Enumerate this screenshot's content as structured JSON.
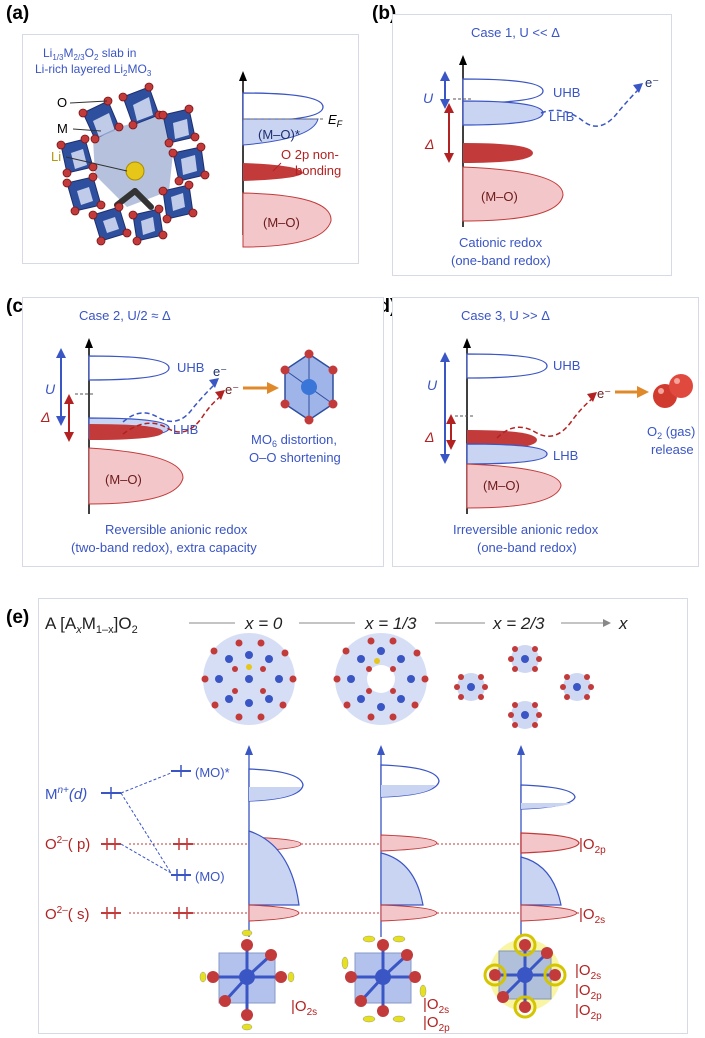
{
  "panels": {
    "a": {
      "label": "(a)",
      "slab_title_1": "Li",
      "slab_title_sub1": "1/3",
      "slab_title_2": "M",
      "slab_title_sub2": "2/3",
      "slab_title_3": "O",
      "slab_title_sub3": "2",
      "slab_title_4": " slab in",
      "slab_title_line2": "Li-rich layered Li",
      "slab_title_sub4": "2",
      "slab_title_5": "MO",
      "slab_title_sub5": "3",
      "atom_o": "O",
      "atom_m": "M",
      "atom_li": "Li",
      "band_mo_star": "(M–O)*",
      "fermi_label": "E",
      "fermi_sub": "F",
      "o2p_line1": "O 2p non-",
      "o2p_line2": "bonding",
      "band_mo": "(M–O)"
    },
    "b": {
      "label": "(b)",
      "title": "Case 1, U << Δ",
      "uhb": "UHB",
      "lhb": "LHB",
      "u": "U",
      "delta": "Δ",
      "electron": "e⁻",
      "mo": "(M–O)",
      "caption_1": "Cationic redox",
      "caption_2": "(one-band redox)"
    },
    "c": {
      "label": "(c)",
      "title": "Case 2, U/2 ≈ Δ",
      "uhb": "UHB",
      "lhb": "LHB",
      "u": "U",
      "delta": "Δ",
      "electron": "e⁻",
      "mo": "(M–O)",
      "distortion_1": "MO",
      "distortion_sub": "6",
      "distortion_2": " distortion,",
      "distortion_3": "O–O shortening",
      "caption_1": "Reversible anionic redox",
      "caption_2": "(two-band redox), extra capacity"
    },
    "d": {
      "label": "(d)",
      "title": "Case 3, U >> Δ",
      "uhb": "UHB",
      "lhb": "LHB",
      "u": "U",
      "delta": "Δ",
      "electron": "e⁻",
      "mo": "(M–O)",
      "o2_1": "O",
      "o2_sub": "2",
      "o2_2": " (gas)",
      "o2_3": "release",
      "caption_1": "Irreversible anionic redox",
      "caption_2": "(one-band redox)"
    },
    "e": {
      "label": "(e)",
      "formula": "A [A",
      "formula_x": "x",
      "formula_m": "M",
      "formula_sub": "1–x",
      "formula_end": "]O",
      "formula_sub2": "2",
      "x0": "x = 0",
      "x13": "x = 1/3",
      "x23": "x = 2/3",
      "x_axis": "x",
      "mn_d": "M",
      "mn_sup": "n+",
      "mn_rest": "(d)",
      "o_p": "O",
      "o_p_sup": "2–",
      "o_p_rest": "( p)",
      "o_s": "O",
      "o_s_sup": "2–",
      "o_s_rest": "( s)",
      "mo_star": "(MO)*",
      "mo": "(MO)",
      "o2p_label": "|O",
      "o2p_sub": "2p",
      "o2s_label": "|O",
      "o2s_sub": "2s",
      "bottom_1_a": "|O",
      "bottom_1_sub": "2s",
      "bottom_2_a": "|O",
      "bottom_2_sub_a": "2s",
      "bottom_2_b": "|O",
      "bottom_2_sub_b": "2p",
      "bottom_3_a": "|O",
      "bottom_3_sub_a": "2s",
      "bottom_3_b": "|O",
      "bottom_3_sub_b": "2p",
      "bottom_3_c": "|O",
      "bottom_3_sub_c": "2p"
    }
  },
  "colors": {
    "blue": "#3a55c4",
    "lightblue": "#c9d3f2",
    "red": "#c23a3a",
    "pink": "#f3c7c9",
    "darkred": "#b22222",
    "orange": "#e0892a",
    "octa": "#2e4f9e"
  }
}
